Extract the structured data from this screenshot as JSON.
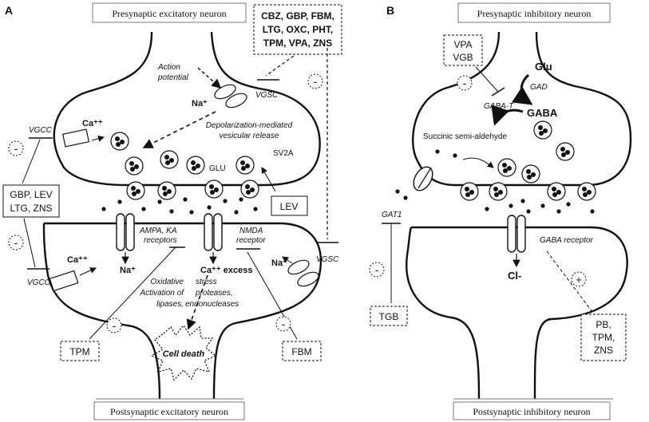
{
  "panels": {
    "a": {
      "letter": "A",
      "presynaptic_title": "Presynaptic excitatory neuron",
      "postsynaptic_title": "Postsynaptic excitatory neuron",
      "drugs_box_lines": [
        "CBZ, GBP, FBM,",
        "LTG, OXC, PHT,",
        "TPM, VPA, ZNS"
      ],
      "action_potential_lines": [
        "Action",
        "potential"
      ],
      "na_plus": "Na⁺",
      "vgsc": "VGSC",
      "ca": "Ca⁺⁺",
      "vgcc": "VGCC",
      "depolarization_lines": [
        "Depolarization-mediated",
        "vesicular release"
      ],
      "glu": "GLU",
      "sv2a": "SV2A",
      "lev": "LEV",
      "gbp_lev_lines": [
        "GBP, LEV",
        "LTG, ZNS"
      ],
      "ampa_lines": [
        "AMPA, KA",
        "receptors"
      ],
      "nmda_lines": [
        "NMDA",
        "receptor"
      ],
      "ca_excess": "Ca⁺⁺ excess",
      "oxidative_lines": [
        "Oxidative",
        "Activation of",
        "lipases,"
      ],
      "stress_lines": [
        "stress",
        "proteases,",
        "endonucleases"
      ],
      "cell_death": "Cell death",
      "tpm": "TPM",
      "fbm": "FBM",
      "minus": "-"
    },
    "b": {
      "letter": "B",
      "presynaptic_title": "Presynaptic inhibitory neuron",
      "postsynaptic_title": "Postsynaptic inhibitory neuron",
      "vpa_vgb_lines": [
        "VPA",
        "VGB"
      ],
      "glu": "Glu",
      "gad": "GAD",
      "gaba_t": "GABA-T",
      "gaba": "GABA",
      "succinic": "Succinic semi-aldehyde",
      "gat1": "GAT1",
      "gaba_receptor": "GABA receptor",
      "cl": "Cl-",
      "tgb": "TGB",
      "pb_lines": [
        "PB,",
        "TPM,",
        "ZNS"
      ],
      "minus": "-",
      "plus": "+"
    }
  }
}
